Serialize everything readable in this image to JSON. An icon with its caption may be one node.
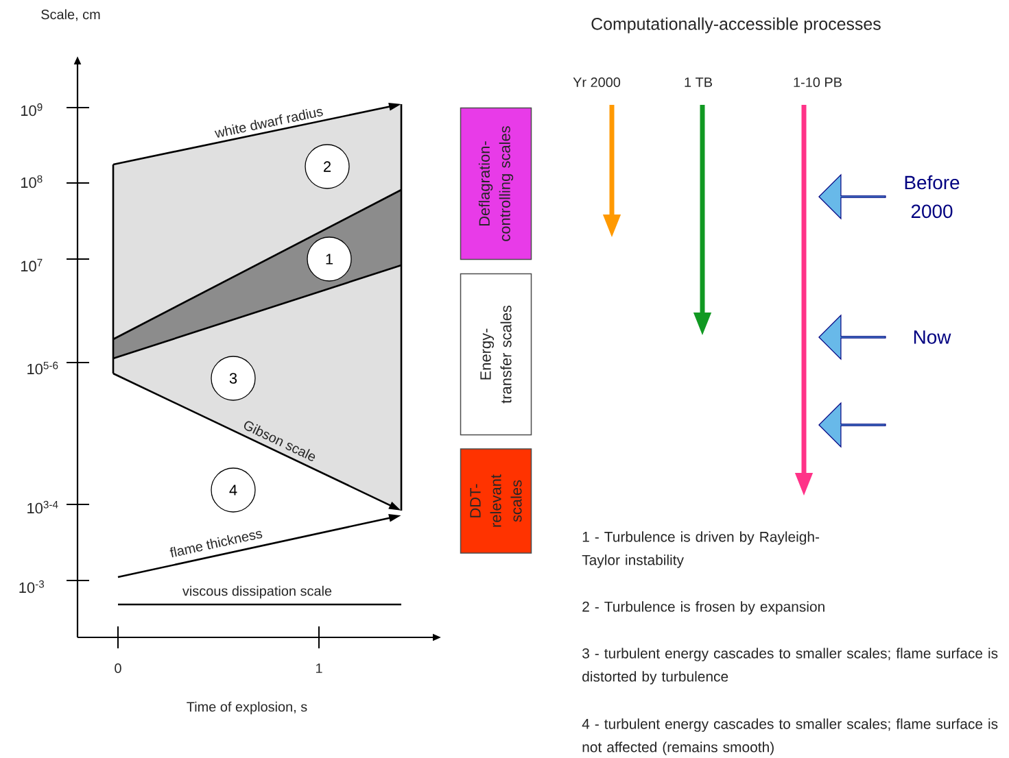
{
  "diagram": {
    "title": "Computationally-accessible processes",
    "nodes": [
      {
        "text": [
          "2"
        ]
      },
      {
        "text": [
          "1"
        ]
      },
      {
        "text": [
          "3"
        ]
      },
      {
        "text": [
          "4"
        ]
      },
      {
        "text": [
          "Deflagration- controlling scales"
        ]
      },
      {
        "text": [
          "Energy-transfer scales"
        ]
      },
      {
        "text": [
          "DDT- relevant scales"
        ]
      },
      {
        "text": [],
        "shape": "arrow",
        "beside": [
          "Before 2000"
        ]
      },
      {
        "text": [],
        "shape": "arrow",
        "beside": [
          "Now"
        ]
      },
      {
        "text": [],
        "shape": "arrow"
      }
    ],
    "labels": [
      "Scale, cm",
      "Yr 2000",
      "1 TB",
      "1-10 PB",
      "10$^{9}$",
      "white dwarf radius",
      "10$^{8}$",
      "10$^{7}$",
      "10$^{5-6}$",
      "Gibson scale",
      "10$^{3-4}$",
      "flame thickness",
      "10$^{-3}$",
      "viscous dissipation scale",
      "0",
      "1",
      "Time of explosion, s",
      "1 - Turbulence is driven by Rayleigh-Taylor instability",
      "2 - Turbulence is frosen by expansion",
      "3 - turbulent energy cascades to smaller scales; flame surface is distorted by turbulence",
      "4 - turbulent energy cascades to smaller scales; flame surface is not affected (remains smooth)"
    ]
  }
}
